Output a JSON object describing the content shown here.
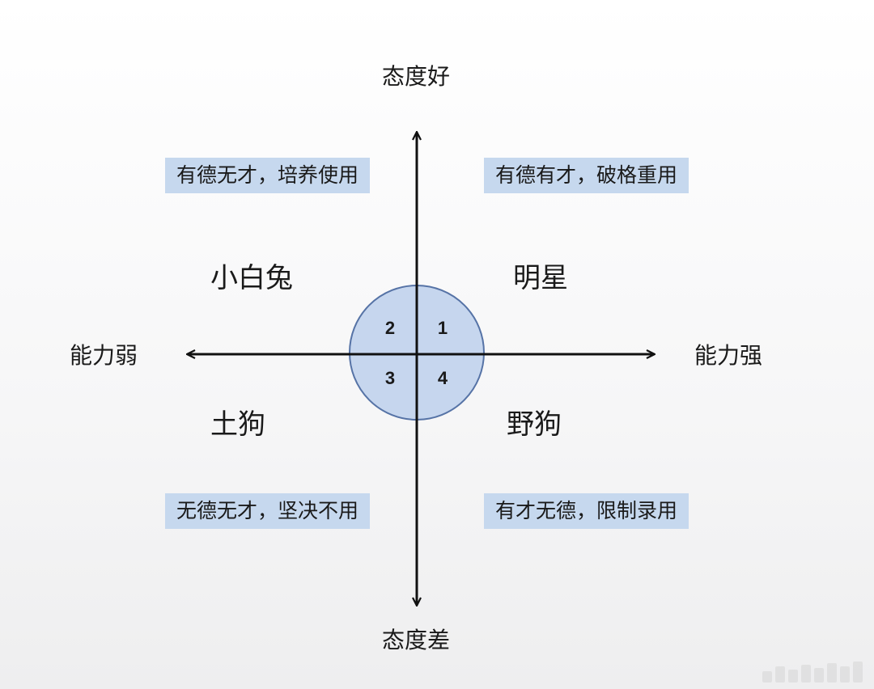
{
  "axes": {
    "top": "态度好",
    "bottom": "态度差",
    "left": "能力弱",
    "right": "能力强"
  },
  "quadrants": [
    {
      "number": "1",
      "name": "明星",
      "policy": "有德有才，破格重用"
    },
    {
      "number": "2",
      "name": "小白兔",
      "policy": "有德无才，培养使用"
    },
    {
      "number": "3",
      "name": "土狗",
      "policy": "无德无才，坚决不用"
    },
    {
      "number": "4",
      "name": "野狗",
      "policy": "有才无德，限制录用"
    }
  ],
  "colors": {
    "circle_fill": "#c6d6ee",
    "circle_stroke": "#5673a6",
    "box_fill": "#c6d8ee",
    "axis": "#111111"
  }
}
